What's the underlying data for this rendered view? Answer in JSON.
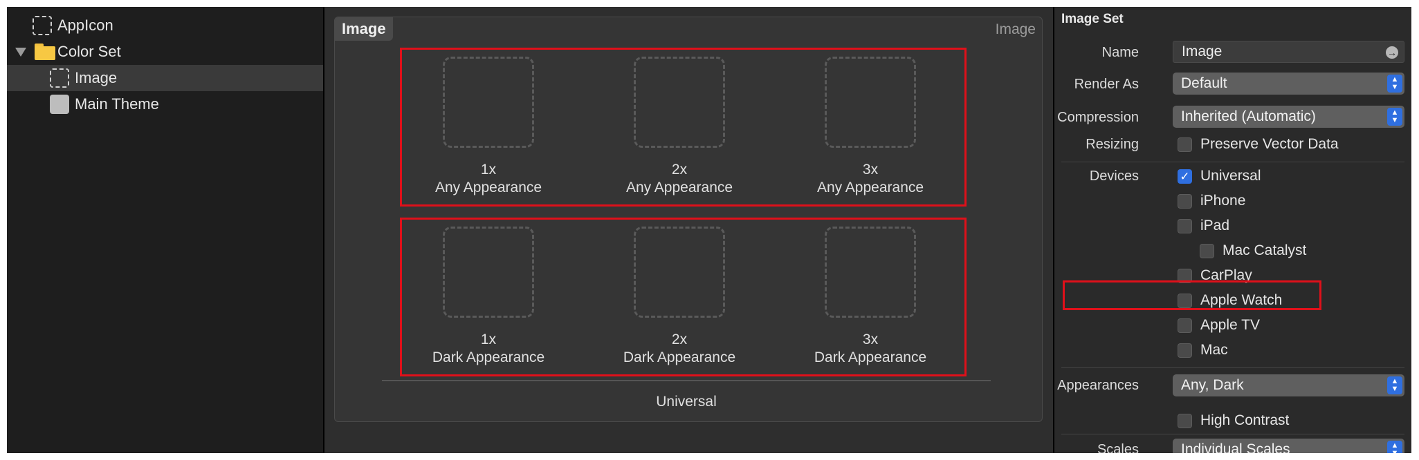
{
  "navigator": {
    "items": [
      {
        "label": "AppIcon",
        "icon": "dashed-image-icon",
        "indent": 1
      },
      {
        "label": "Color Set",
        "icon": "folder-icon",
        "disclosure": "expanded"
      },
      {
        "label": "Image",
        "icon": "dashed-image-icon",
        "selected": true
      },
      {
        "label": "Main Theme",
        "icon": "color-swatch-icon"
      }
    ]
  },
  "editor": {
    "set_title": "Image",
    "set_label": "Image",
    "rows": [
      {
        "slots": [
          {
            "scale": "1x",
            "appearance": "Any Appearance"
          },
          {
            "scale": "2x",
            "appearance": "Any Appearance"
          },
          {
            "scale": "3x",
            "appearance": "Any Appearance"
          }
        ]
      },
      {
        "slots": [
          {
            "scale": "1x",
            "appearance": "Dark Appearance"
          },
          {
            "scale": "2x",
            "appearance": "Dark Appearance"
          },
          {
            "scale": "3x",
            "appearance": "Dark Appearance"
          }
        ]
      }
    ],
    "device_group": "Universal"
  },
  "inspector": {
    "title": "Image Set",
    "name_label": "Name",
    "name_value": "Image",
    "render_as_label": "Render As",
    "render_as_value": "Default",
    "compression_label": "Compression",
    "compression_value": "Inherited (Automatic)",
    "resizing_label": "Resizing",
    "preserve_vector_label": "Preserve Vector Data",
    "preserve_vector_checked": false,
    "devices_label": "Devices",
    "devices": [
      {
        "label": "Universal",
        "checked": true
      },
      {
        "label": "iPhone",
        "checked": false
      },
      {
        "label": "iPad",
        "checked": false
      },
      {
        "label": "Mac Catalyst",
        "checked": false
      },
      {
        "label": "CarPlay",
        "checked": false
      },
      {
        "label": "Apple Watch",
        "checked": false
      },
      {
        "label": "Apple TV",
        "checked": false
      },
      {
        "label": "Mac",
        "checked": false
      }
    ],
    "appearances_label": "Appearances",
    "appearances_value": "Any, Dark",
    "high_contrast_label": "High Contrast",
    "high_contrast_checked": false,
    "scales_label": "Scales",
    "scales_value": "Individual Scales"
  },
  "colors": {
    "highlight_red": "#e0101a",
    "accent_blue": "#2f6fe0",
    "folder_yellow": "#f7c843"
  }
}
